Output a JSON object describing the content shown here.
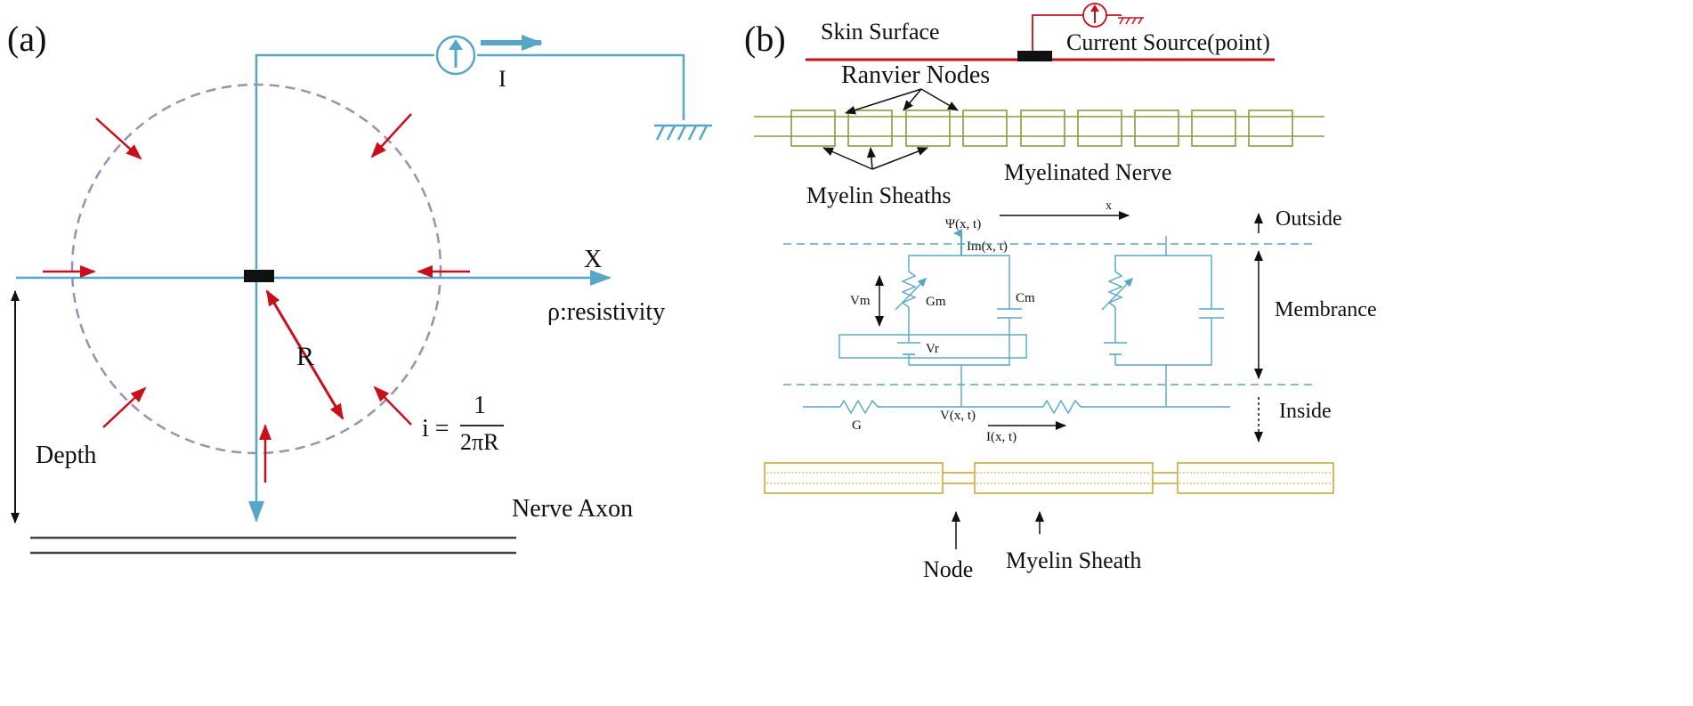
{
  "colors": {
    "blue": "#56a6c8",
    "red": "#c8101c",
    "purple_dashed": "#9d8fb1",
    "olive": "#8b9a3f",
    "gold": "#c9a32a",
    "black": "#111111",
    "axon_gray": "#444444"
  },
  "panel_a": {
    "label": "(a)",
    "current_label": "I",
    "x_axis_label": "X",
    "resistivity_label": "ρ:resistivity",
    "radius_label": "R",
    "depth_label": "Depth",
    "nerve_axon_label": "Nerve Axon",
    "formula_lhs": "i =",
    "formula_numerator": "1",
    "formula_denominator": "2πR",
    "icons": [
      "current-source-icon",
      "ground-icon",
      "electrode-icon"
    ]
  },
  "panel_b": {
    "label": "(b)",
    "skin_surface_label": "Skin Surface",
    "current_source_label": "Current Source(point)",
    "ranvier_nodes_label": "Ranvier Nodes",
    "myelinated_nerve_label": "Myelinated Nerve",
    "myelin_sheaths_label": "Myelin Sheaths",
    "psi_label": "Ψ(x, t)",
    "im_label": "Im(x, t)",
    "x_label": "x",
    "outside_label": "Outside",
    "membrance_label": "Membrance",
    "inside_label": "Inside",
    "vm_label": "Vm",
    "gm_label": "Gm",
    "cm_label": "Cm",
    "vr_label": "Vr",
    "g_label": "G",
    "v_label": "V(x, t)",
    "i_label": "I(x, t)",
    "node_label": "Node",
    "myelin_sheath_label": "Myelin Sheath",
    "icons": [
      "current-source-icon",
      "ground-icon",
      "electrode-icon",
      "resistor-icon",
      "variable-resistor-icon",
      "capacitor-icon",
      "battery-icon"
    ]
  }
}
